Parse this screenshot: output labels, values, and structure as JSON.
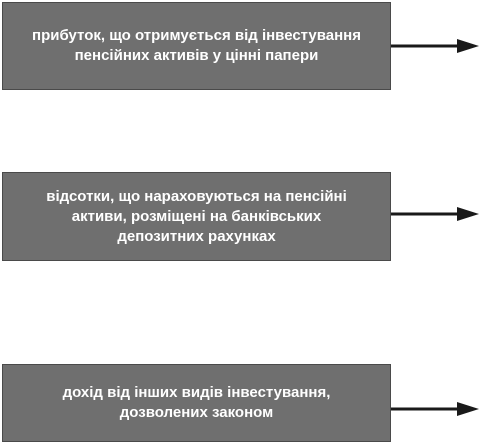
{
  "items": [
    {
      "text": "прибуток, що отримується від інвестування пенсійних активів у цінні папери"
    },
    {
      "text": "відсотки, що нараховуються на пенсійні активи, розміщені на банківських депозитних рахунках"
    },
    {
      "text": "дохід від інших видів інвестування, дозволених законом"
    }
  ],
  "colors": {
    "box_fill": "#6f6f6f",
    "box_text": "#ffffff",
    "arrow": "#1a1a1a"
  },
  "icons": [
    "arrow-right-icon"
  ]
}
